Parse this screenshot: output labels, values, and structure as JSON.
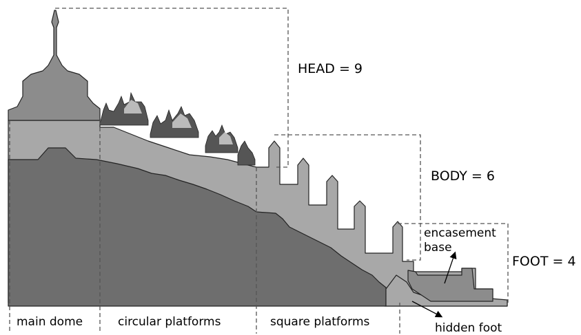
{
  "labels": {
    "head": "HEAD = 9",
    "body": "BODY = 6",
    "foot": "FOOT = 4",
    "encasement_line1": "encasement",
    "encasement_line2": "base",
    "hidden_foot": "hidden foot"
  },
  "sections": [
    {
      "label": "main dome"
    },
    {
      "label": "circular platforms"
    },
    {
      "label": "square platforms"
    }
  ],
  "colors": {
    "core": "#6e6e6e",
    "layer": "#a8a8a8",
    "stupa": "#8c8c8c",
    "outline": "#222222"
  }
}
